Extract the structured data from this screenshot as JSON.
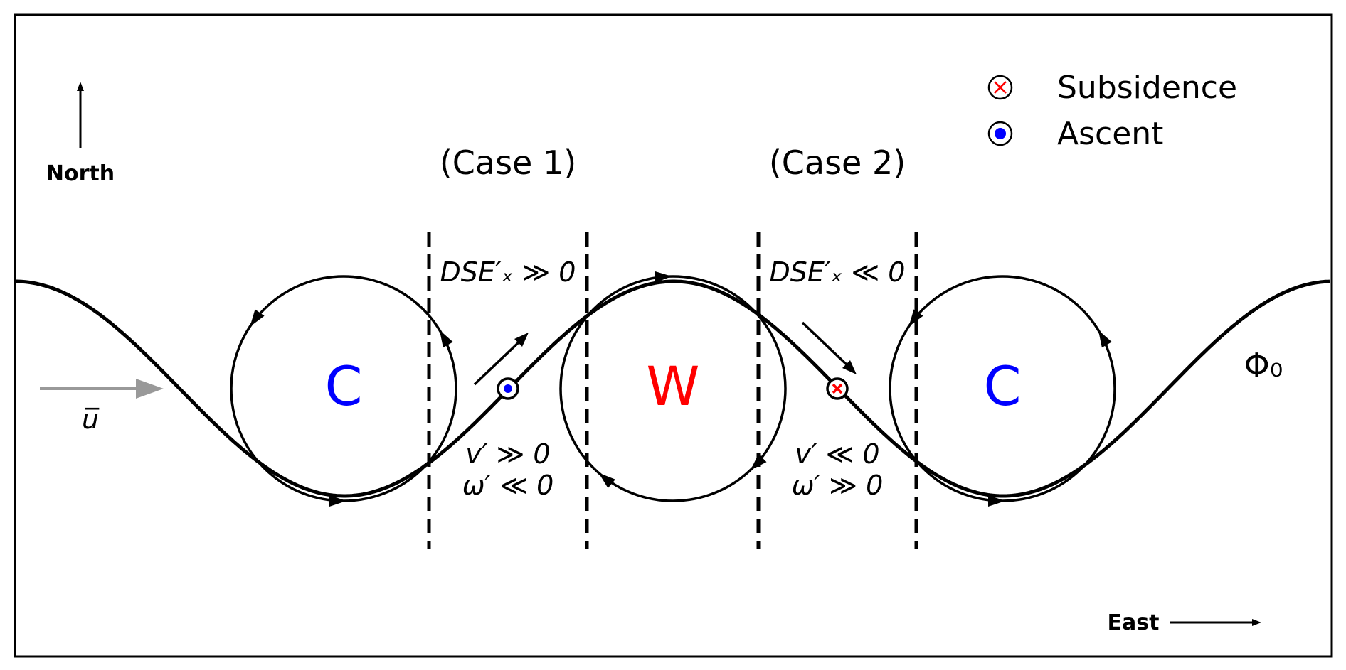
{
  "orientation": {
    "north_label": "North",
    "east_label": "East"
  },
  "legend": {
    "subsidence_label": "Subsidence",
    "ascent_label": "Ascent"
  },
  "cases": {
    "case1": {
      "title": "(Case 1)",
      "dse_label": "DSE′ₓ ≫ 0",
      "v_label": "v′ ≫ 0",
      "omega_label": "ω′ ≪ 0"
    },
    "case2": {
      "title": "(Case 2)",
      "dse_label": "DSE′ₓ ≪ 0",
      "v_label": "v′ ≪ 0",
      "omega_label": "ω′ ≫ 0"
    }
  },
  "centers": {
    "cold_west": "C",
    "warm": "W",
    "cold_east": "C"
  },
  "mean_flow_label": "u̅",
  "geopotential_label": "Φ₀",
  "colors": {
    "cold": "#0000ff",
    "warm": "#ff0000",
    "mean_flow_arrow": "#999999",
    "ascent_dot": "#0000ff",
    "subsidence_cross": "#ff0000"
  }
}
